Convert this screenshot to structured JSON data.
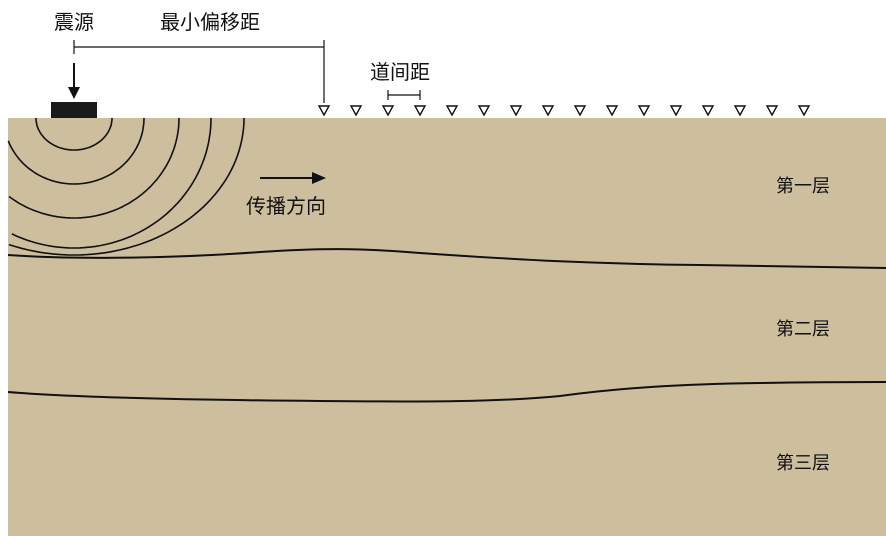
{
  "labels": {
    "source": "震源",
    "min_offset": "最小偏移距",
    "trace_spacing": "道间距",
    "propagation_direction": "传播方向"
  },
  "layers": [
    {
      "label": "第一层"
    },
    {
      "label": "第二层"
    },
    {
      "label": "第三层"
    }
  ],
  "receiver_count": 16,
  "wavefront_count": 5,
  "colors": {
    "ground": "#cdbf9e",
    "lines": "#111111",
    "source_block": "#1a1a1a",
    "text": "#111111"
  }
}
